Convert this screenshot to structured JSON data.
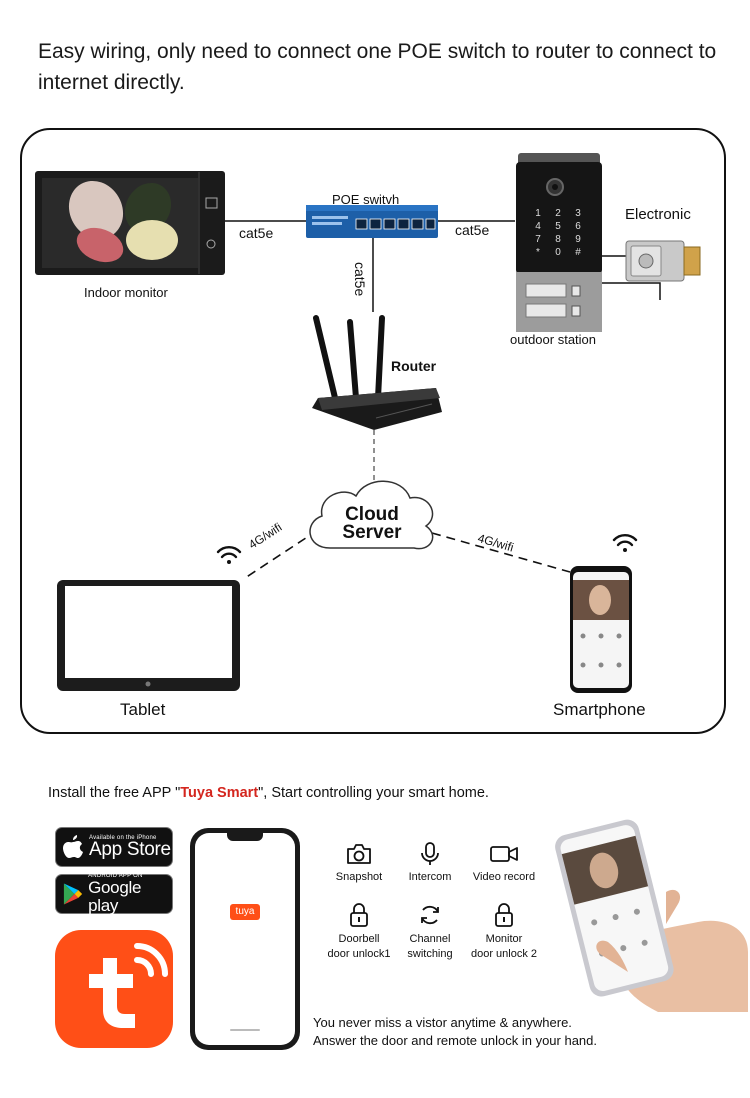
{
  "headline": "Easy wiring, only need to connect one POE switch to router to connect to internet directly.",
  "diagram": {
    "poe_switch": "POE switvh",
    "cable_left": "cat5e",
    "cable_right": "cat5e",
    "cable_down": "cat5e",
    "indoor_monitor": "Indoor monitor",
    "electronic": "Electronic",
    "outdoor_station": "outdoor station",
    "router": "Router",
    "cloud_line1": "Cloud",
    "cloud_line2": "Server",
    "link_left": "4G/wifi",
    "link_right": "4G/wifi",
    "tablet": "Tablet",
    "smartphone": "Smartphone",
    "keypad": [
      "1",
      "2",
      "3",
      "4",
      "5",
      "6",
      "7",
      "8",
      "9",
      "*",
      "0",
      "#"
    ]
  },
  "install": {
    "prefix": "Install the free APP \"",
    "app_name": "Tuya Smart",
    "suffix": "\", Start controlling your smart home."
  },
  "badges": {
    "appstore_small": "Available on the iPhone",
    "appstore_big": "App Store",
    "google_small": "ANDROID APP ON",
    "google_big": "Google play"
  },
  "phone_logo": "tuya",
  "features": [
    {
      "line1": "Snapshot",
      "line2": "",
      "icon": "camera-icon"
    },
    {
      "line1": "Intercom",
      "line2": "",
      "icon": "microphone-icon"
    },
    {
      "line1": "Video record",
      "line2": "",
      "icon": "video-camera-icon"
    },
    {
      "line1": "Doorbell",
      "line2": "door unlock1",
      "icon": "lock-icon"
    },
    {
      "line1": "Channel",
      "line2": "switching",
      "icon": "switch-icon"
    },
    {
      "line1": "Monitor",
      "line2": "door unlock 2",
      "icon": "lock-icon"
    }
  ],
  "footer": {
    "line1": "You never miss a vistor anytime & anywhere.",
    "line2": "Answer the door and remote unlock in your hand."
  },
  "colors": {
    "accent": "#d4261e",
    "tuya_orange": "#ff4f17",
    "switch_blue": "#1d5fa8",
    "frame": "#111111"
  }
}
